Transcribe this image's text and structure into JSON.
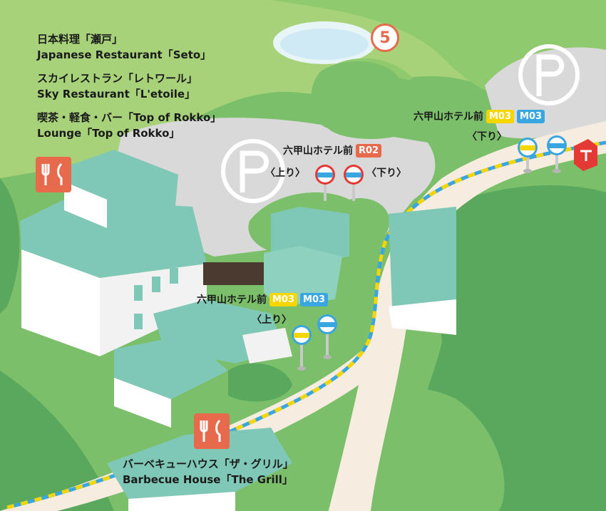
{
  "colors": {
    "grass_light": "#a8d27a",
    "grass_mid": "#7bbf6a",
    "grass_dark": "#5aa85e",
    "road": "#f6ecdf",
    "parking": "#d9d9d9",
    "building_roof": "#7fc7b6",
    "building_wall": "#ffffff",
    "restaurant_icon": "#e86a4c",
    "route_yellow": "#f5d600",
    "route_blue": "#3aa6e0",
    "route_red": "#e86a4c",
    "water": "#cfeaf4"
  },
  "marker": {
    "number": "5"
  },
  "restaurants": [
    {
      "ja": "日本料理「瀬戸」",
      "en": "Japanese Restaurant「Seto」"
    },
    {
      "ja": "スカイレストラン「レトワール」",
      "en": "Sky Restaurant「L'etoile」"
    },
    {
      "ja": "喫茶・軽食・バー「Top of Rokko」",
      "en": "Lounge「Top of Rokko」"
    }
  ],
  "grill": {
    "ja": "バーベキューハウス「ザ・グリル」",
    "en": "Barbecue House「The Grill」"
  },
  "stops": {
    "upper_right": {
      "name": "六甲山ホテル前",
      "badges": [
        "M03",
        "M03"
      ],
      "direction": "〈下り〉"
    },
    "center": {
      "name": "六甲山ホテル前",
      "badges": [
        "R02"
      ],
      "dir_up": "〈上り〉",
      "dir_down": "〈下り〉"
    },
    "lower": {
      "name": "六甲山ホテル前",
      "badges": [
        "M03",
        "M03"
      ],
      "direction": "〈上り〉"
    }
  },
  "icons": {
    "restaurant": "restaurant-icon",
    "parking": "parking-icon",
    "postbox": "postbox-icon",
    "bus_stop": "bus-stop-icon"
  }
}
